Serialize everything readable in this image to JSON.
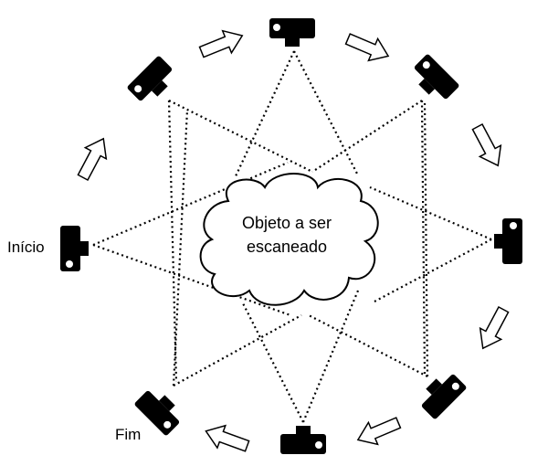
{
  "object": {
    "label_line1": "Objeto a ser",
    "label_line2": "escaneado"
  },
  "labels": {
    "start": "Início",
    "end": "Fim"
  },
  "colors": {
    "ink": "#000000",
    "paper": "#ffffff"
  },
  "camera_icon": "camera-icon",
  "arrow_icon": "hollow-arrow-icon",
  "camera_count": 8
}
